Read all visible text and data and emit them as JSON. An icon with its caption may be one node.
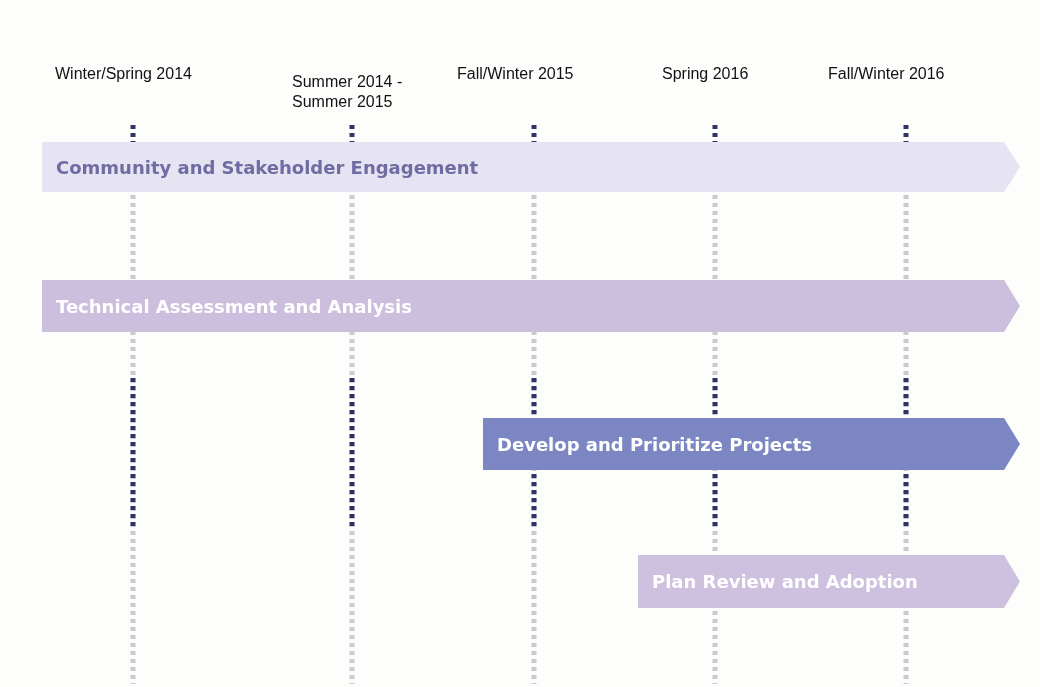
{
  "diagram": {
    "nodes": [
      {
        "text": [
          "Community and Stakeholder Engagement"
        ]
      },
      {
        "text": [
          "Technical Assessment and Analysis"
        ]
      },
      {
        "text": [
          "Develop and Prioritize Projects"
        ]
      },
      {
        "text": [
          "Plan Review and Adoption"
        ]
      }
    ],
    "labels": [
      "Winter/Spring 2014",
      "Summer 2014 - Summer 2015",
      "Fall/Winter 2015",
      "Spring 2016",
      "Fall/Winter 2016"
    ]
  }
}
